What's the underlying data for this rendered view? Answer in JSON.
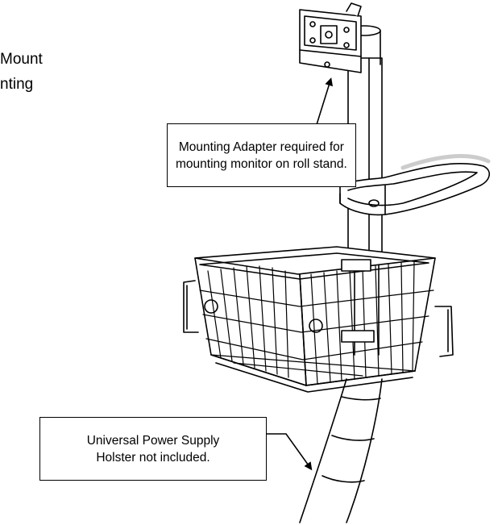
{
  "partial_text": {
    "line1": "Mount",
    "line2": "nting"
  },
  "callouts": {
    "mounting_adapter": {
      "line1": "Mounting Adapter required for",
      "line2": "mounting monitor on roll stand."
    },
    "power_supply": {
      "line1": "Universal Power Supply",
      "line2": "Holster not included."
    }
  },
  "colors": {
    "line": "#000000",
    "fill": "#ffffff",
    "shade": "#d8d8d8"
  }
}
